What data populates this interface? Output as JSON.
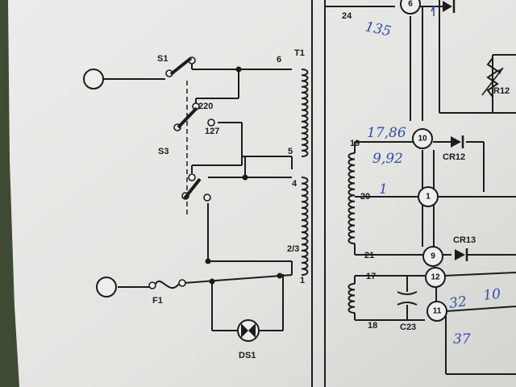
{
  "components": {
    "s1": "S1",
    "s3": "S3",
    "t1": "T1",
    "f1": "F1",
    "ds1": "DS1",
    "cr12": "CR12",
    "cr13": "CR13",
    "c23": "C23",
    "r12": "R12"
  },
  "switch_positions": {
    "v220": "220",
    "v127": "127"
  },
  "primary_pins": {
    "p6": "6",
    "p5": "5",
    "p4": "4",
    "p23": "2/3",
    "p1": "1"
  },
  "secondary_pins": {
    "p24": "24",
    "p19": "19",
    "p20": "20",
    "p21": "21",
    "p17": "17",
    "p18": "18"
  },
  "connector_nodes": {
    "n6": "6",
    "n10": "10",
    "n1": "1",
    "n9": "9",
    "n12": "12",
    "n11": "11"
  },
  "handwritten_notes": {
    "a": "135",
    "b": "17,86",
    "c": "9,92",
    "d": "1",
    "e": "32",
    "f": "10",
    "g": "37"
  },
  "colors": {
    "paper": "#e9e9e6",
    "ink": "#1c1c1c",
    "pen": "#2f4fa8",
    "background": "#3f4a35"
  }
}
